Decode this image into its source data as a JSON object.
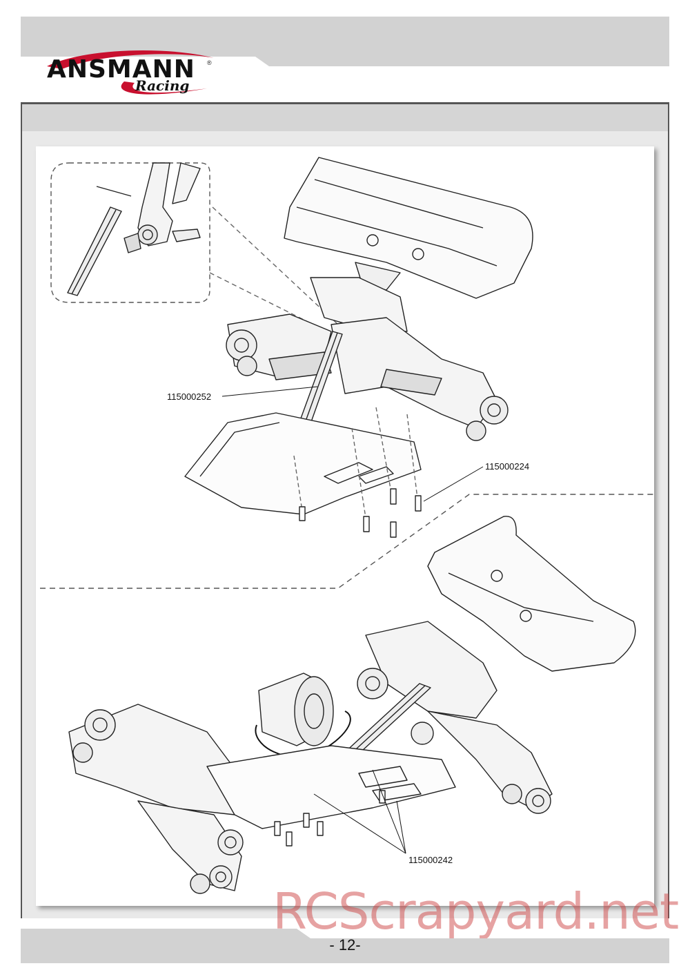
{
  "brand": {
    "name": "ANSMANN",
    "sub": "Racing",
    "reg_mark": "®",
    "colors": {
      "swoosh": "#c8102e",
      "text": "#111111"
    }
  },
  "labels": {
    "top_rod_part": "115000252",
    "screws_part": "115000224",
    "bottom_part": "115000242"
  },
  "page": {
    "number": "- 12-"
  },
  "watermark": {
    "text": "RCScrapyard.net"
  }
}
